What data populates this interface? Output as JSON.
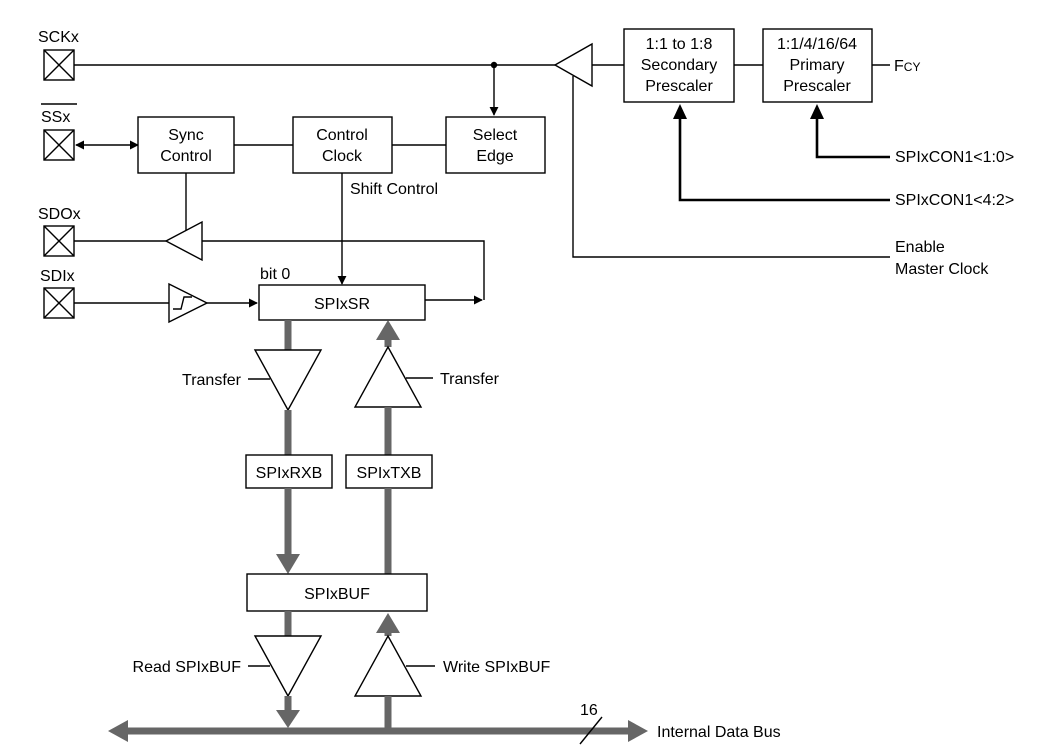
{
  "pins": {
    "sck": "SCKx",
    "ss": "SSx",
    "sdo": "SDOx",
    "sdi": "SDIx"
  },
  "blocks": {
    "secondary_prescaler": [
      "1:1 to 1:8",
      "Secondary",
      "Prescaler"
    ],
    "primary_prescaler": [
      "1:1/4/16/64",
      "Primary",
      "Prescaler"
    ],
    "sync_control": [
      "Sync",
      "Control"
    ],
    "control_clock": [
      "Control",
      "Clock"
    ],
    "select_edge": [
      "Select",
      "Edge"
    ],
    "spixsr": "SPIxSR",
    "spixrxb": "SPIxRXB",
    "spixtxb": "SPIxTXB",
    "spixbuf": "SPIxBUF"
  },
  "labels": {
    "fcy_main": "F",
    "fcy_sub": "CY",
    "spixcon1_10": "SPIxCON1<1:0>",
    "spixcon1_42": "SPIxCON1<4:2>",
    "enable_master_clock": [
      "Enable",
      "Master Clock"
    ],
    "shift_control": "Shift Control",
    "bit0": "bit 0",
    "transfer_rx": "Transfer",
    "transfer_tx": "Transfer",
    "read_buf": "Read SPIxBUF",
    "write_buf": "Write SPIxBUF",
    "bus_width": "16",
    "internal_bus": "Internal Data Bus"
  }
}
